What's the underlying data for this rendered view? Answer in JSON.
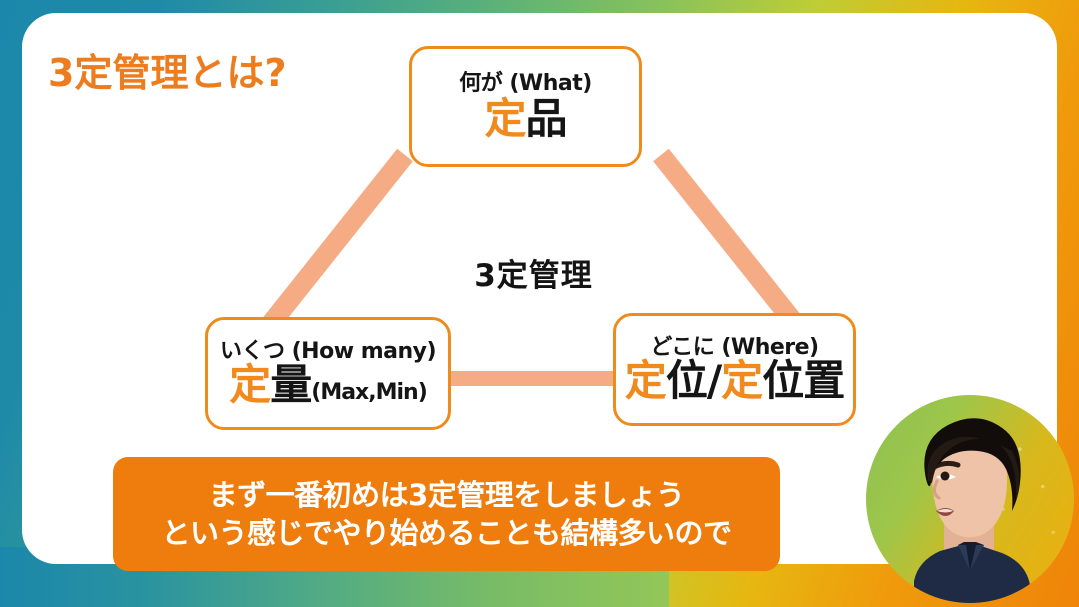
{
  "slide": {
    "title": "3定管理とは?",
    "center_label": "3定管理"
  },
  "theme": {
    "accent_orange": "#ec7c1e",
    "node_border": "#ef8b1b",
    "connector": "#f5ac85",
    "caption_bg": "#ee7d0e",
    "caption_text": "#ffffff",
    "body_text": "#151515",
    "frame_gradient_start": "#1b87ab",
    "frame_gradient_mid": "#8cc359",
    "frame_gradient_end": "#ef8409"
  },
  "nodes": {
    "top": {
      "question": "何が (What)",
      "term_highlight": "定",
      "term_rest": "品"
    },
    "left": {
      "question": "いくつ (How many)",
      "term_highlight": "定",
      "term_rest": "量",
      "term_note": "(Max,Min)"
    },
    "right": {
      "question": "どこに (Where)",
      "term_part1_highlight": "定",
      "term_part1_rest": "位",
      "term_separator": "/",
      "term_part2_highlight": "定",
      "term_part2_rest": "位置"
    }
  },
  "caption": {
    "line1": "まず一番初めは3定管理をしましょう",
    "line2": "という感じでやり始めることも結構多いので"
  },
  "presenter": {
    "label": "presenter-video-bubble"
  }
}
